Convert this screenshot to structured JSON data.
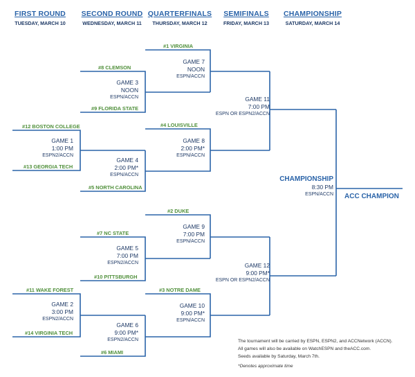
{
  "rounds": [
    {
      "name": "FIRST ROUND",
      "date": "TUESDAY, MARCH 10"
    },
    {
      "name": "SECOND ROUND",
      "date": "WEDNESDAY, MARCH 11"
    },
    {
      "name": "QUARTERFINALS",
      "date": "THURSDAY, MARCH 12"
    },
    {
      "name": "SEMIFINALS",
      "date": "FRIDAY, MARCH 13"
    },
    {
      "name": "CHAMPIONSHIP",
      "date": "SATURDAY, MARCH 14"
    }
  ],
  "teams": {
    "virginia": "#1 VIRGINIA",
    "clemson": "#8 CLEMSON",
    "florida_state": "#9 FLORIDA STATE",
    "louisville": "#4 LOUISVILLE",
    "boston_college": "#12 BOSTON COLLEGE",
    "georgia_tech": "#13 GEORGIA TECH",
    "north_carolina": "#5 NORTH CAROLINA",
    "duke": "#2 DUKE",
    "nc_state": "#7 NC STATE",
    "pittsburgh": "#10 PITTSBURGH",
    "wake_forest": "#11 WAKE FOREST",
    "notre_dame": "#3 NOTRE DAME",
    "virginia_tech": "#14 VIRGINIA TECH",
    "miami": "#6 MIAMI"
  },
  "games": {
    "g1": {
      "title": "GAME 1",
      "time": "1:00 PM",
      "network": "ESPN2/ACCN"
    },
    "g2": {
      "title": "GAME 2",
      "time": "3:00 PM",
      "network": "ESPN2/ACCN"
    },
    "g3": {
      "title": "GAME 3",
      "time": "NOON",
      "network": "ESPN/ACCN"
    },
    "g4": {
      "title": "GAME 4",
      "time": "2:00 PM*",
      "network": "ESPN/ACCN"
    },
    "g5": {
      "title": "GAME 5",
      "time": "7:00 PM",
      "network": "ESPN2/ACCN"
    },
    "g6": {
      "title": "GAME 6",
      "time": "9:00 PM*",
      "network": "ESPN2/ACCN"
    },
    "g7": {
      "title": "GAME 7",
      "time": "NOON",
      "network": "ESPN/ACCN"
    },
    "g8": {
      "title": "GAME 8",
      "time": "2:00 PM*",
      "network": "ESPN/ACCN"
    },
    "g9": {
      "title": "GAME 9",
      "time": "7:00 PM",
      "network": "ESPN/ACCN"
    },
    "g10": {
      "title": "GAME 10",
      "time": "9:00 PM*",
      "network": "ESPN/ACCN"
    },
    "g11": {
      "title": "GAME 11",
      "time": "7:00 PM",
      "network": "ESPN OR ESPN2/ACCN"
    },
    "g12": {
      "title": "GAME 12",
      "time": "9:00 PM*",
      "network": "ESPN OR ESPN2/ACCN"
    }
  },
  "championship": {
    "title": "CHAMPIONSHIP",
    "time": "8:30 PM",
    "network": "ESPN/ACCN"
  },
  "champion_label": "ACC CHAMPION",
  "notes": {
    "line1": "The tournament will be carried by ESPN, ESPN2, and ACCNetwork (ACCN).",
    "line2": "All games will also be available on WatchESPN and theACC.com.",
    "line3": "Seeds available by Saturday, March 7th.",
    "approx": "*Denotes approximate time"
  },
  "colors": {
    "line": "#2a63a8",
    "team": "#4f8f3a",
    "text": "#1f3a66"
  }
}
